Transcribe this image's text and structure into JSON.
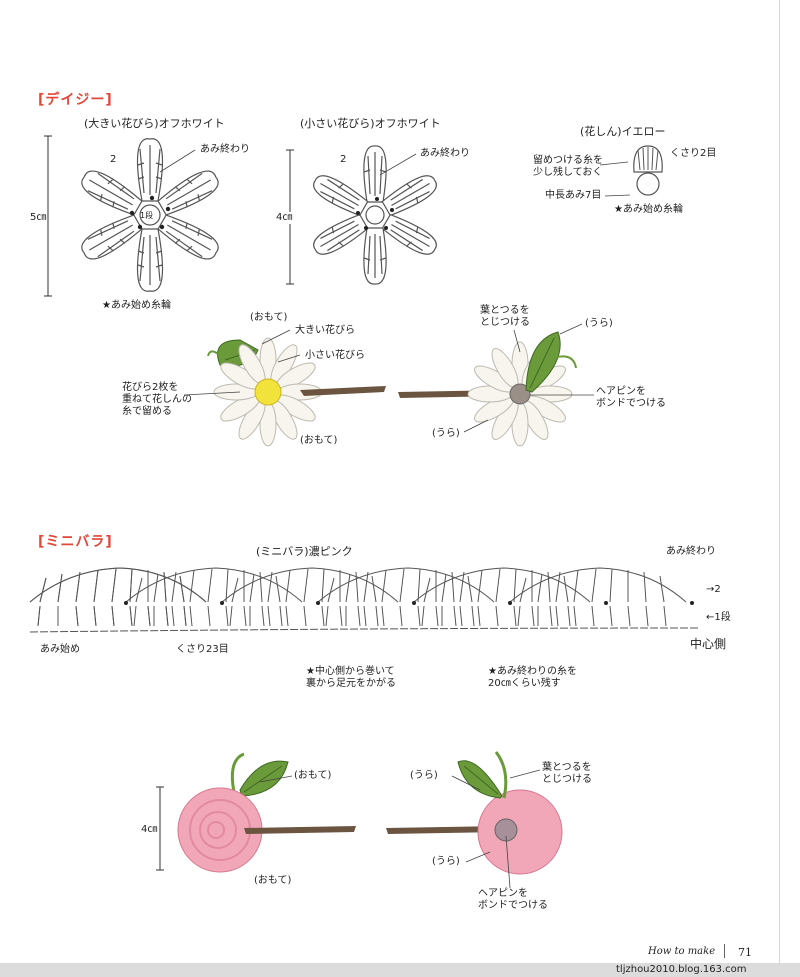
{
  "daisy": {
    "title": "[デイジー]",
    "large_petal": {
      "label": "(大きい花びら)オフホワイト",
      "end": "あみ終わり",
      "round_2": "2",
      "round_1": "1段",
      "size": "5㎝"
    },
    "small_petal": {
      "label": "(小さい花びら)オフホワイト",
      "end": "あみ終わり",
      "round_2": "2",
      "size": "4㎝"
    },
    "center": {
      "label": "(花しん)イエロー",
      "chain2": "くさり2目",
      "leave_yarn": "留めつける糸を\n少し残しておく",
      "hdc7": "中長あみ7目",
      "start_note": "★あみ始め糸輪"
    },
    "start_note": "★あみ始め糸輪",
    "photo_front": {
      "omote_top": "(おもて)",
      "big_petal": "大きい花びら",
      "small_petal": "小さい花びら",
      "stack_note": "花びら2枚を\n重ねて花しんの\n糸で留める",
      "omote_bottom": "(おもて)"
    },
    "photo_back": {
      "sew_leaf": "葉とつるを\nとじつける",
      "ura_top": "(うら)",
      "pin_note": "ヘアピンを\nボンドでつける",
      "ura_bottom": "(うら)"
    }
  },
  "minirose": {
    "title": "[ミニバラ]",
    "chart_label": "(ミニバラ)濃ピンク",
    "end": "あみ終わり",
    "row2": "→2",
    "row1": "←1段",
    "center_side": "中心側",
    "start": "あみ始め",
    "chain23": "くさり23目",
    "note1": "★中心側から巻いて\n裏から足元をかがる",
    "note2": "★あみ終わりの糸を\n20㎝くらい残す",
    "photo_front": {
      "omote_top": "(おもて)",
      "size": "4㎝",
      "omote_bottom": "(おもて)"
    },
    "photo_back": {
      "ura_top": "(うら)",
      "sew_leaf": "葉とつるを\nとじつける",
      "ura_bottom": "(うら)",
      "pin_note": "ヘアピンを\nボンドでつける"
    }
  },
  "footer": {
    "how_to_make": "How to make",
    "page_number": "71",
    "watermark": "tljzhou2010.blog.163.com"
  },
  "colors": {
    "title_red": "#e0483a",
    "leaf_green": "#6a9a3a",
    "petal_white": "#f7f5ee",
    "center_yellow": "#f2e23c",
    "rose_pink": "#f2a7b8",
    "pin_brown": "#6b5440"
  }
}
